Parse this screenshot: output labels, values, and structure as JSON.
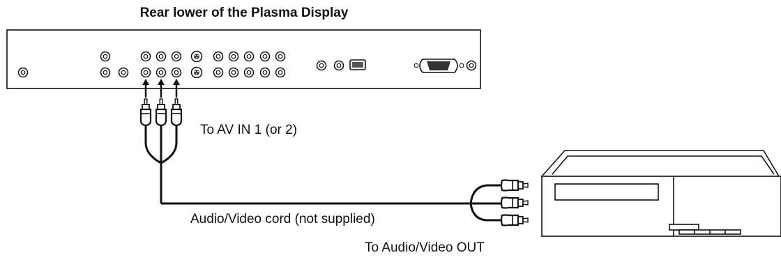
{
  "labels": {
    "title": "Rear lower of the Plasma Display",
    "av_in": "To AV IN 1 (or 2)",
    "cord": "Audio/Video cord (not supplied)",
    "av_out": "To Audio/Video OUT"
  },
  "colors": {
    "line": "#111111",
    "background": "#ffffff"
  }
}
